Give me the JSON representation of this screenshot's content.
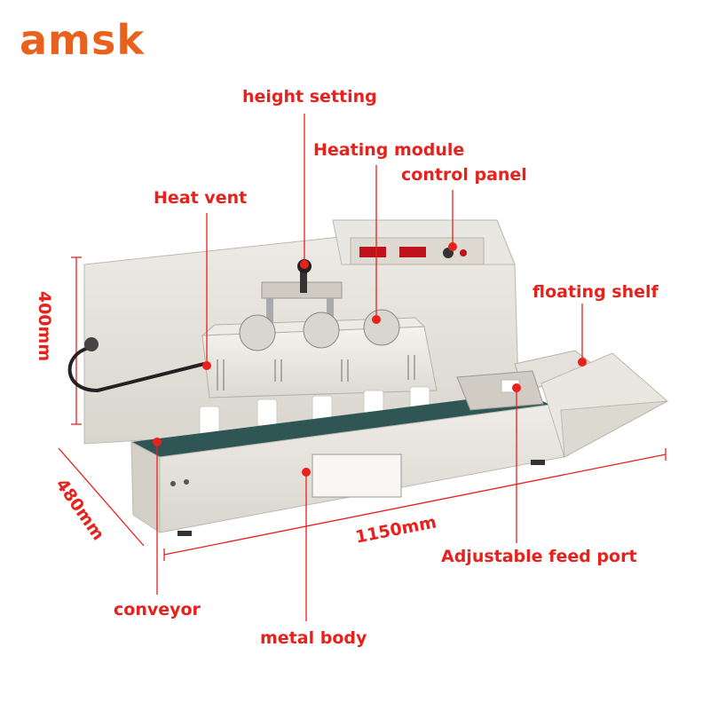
{
  "brand": {
    "logo_text": "amsk",
    "logo_color": "#e8621d"
  },
  "labels": {
    "height_setting": "height setting",
    "heating_module": "Heating module",
    "control_panel": "control panel",
    "heat_vent": "Heat vent",
    "floating_shelf": "floating shelf",
    "adjustable_feed_port": "Adjustable feed port",
    "conveyor": "conveyor",
    "metal_body": "metal body"
  },
  "dimensions": {
    "height": "400mm",
    "depth": "480mm",
    "length": "1150mm"
  },
  "colors": {
    "label": "#e8211d",
    "machine_body": "#e6e3dc",
    "belt": "#2f5555",
    "panel_display": "#c0121a"
  }
}
